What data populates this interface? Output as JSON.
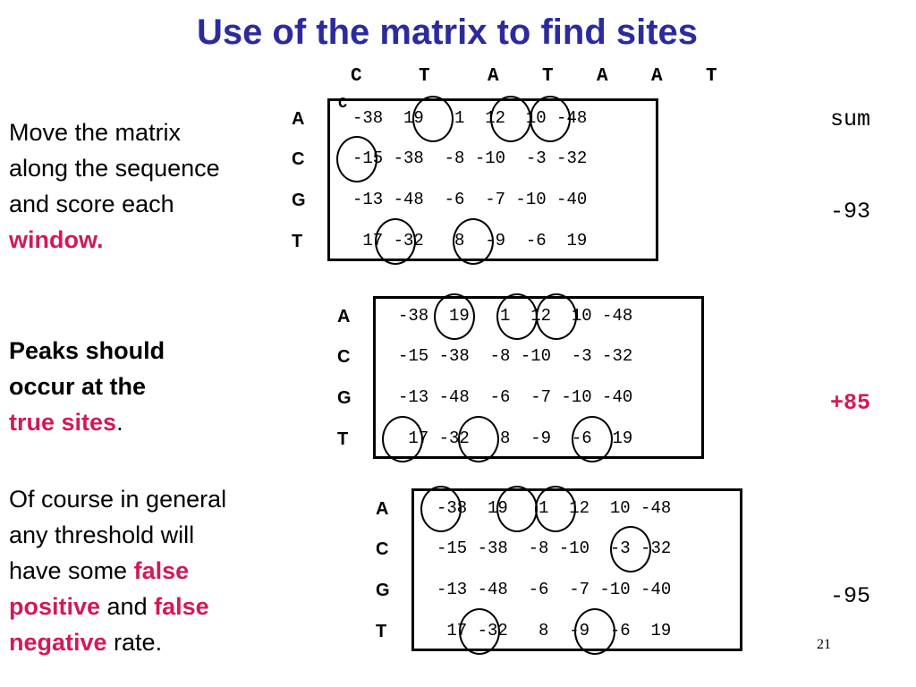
{
  "title": "Use of the matrix to find sites",
  "sequence": [
    "C",
    "T",
    "A",
    "T",
    "A",
    "A",
    "T",
    "C"
  ],
  "left_text": {
    "p1_lines": [
      "Move the matrix",
      "along the sequence",
      "and score each"
    ],
    "p1_emph": "window.",
    "p2_bold_lines": [
      "Peaks should",
      "occur at the"
    ],
    "p2_emph": "true sites",
    "p2_tail": ".",
    "p3_line1": "Of course in general",
    "p3_line2": "any threshold will",
    "p3_line3_a": "have some ",
    "p3_emph1": "false",
    "p3_emph2": "positive",
    "p3_mid": " and ",
    "p3_emph3": "false",
    "p3_emph4": "negative",
    "p3_tail": " rate."
  },
  "matrix": {
    "row_labels": [
      "A",
      "C",
      "G",
      "T"
    ],
    "rows": [
      "-38  19   1  12  10 -48",
      "-15 -38  -8 -10  -3 -32",
      "-13 -48  -6  -7 -10 -40",
      " 17 -32   8  -9  -6  19"
    ]
  },
  "sum_label": "sum",
  "scores": [
    "-93",
    "+85",
    "-95"
  ],
  "page_number": "21"
}
